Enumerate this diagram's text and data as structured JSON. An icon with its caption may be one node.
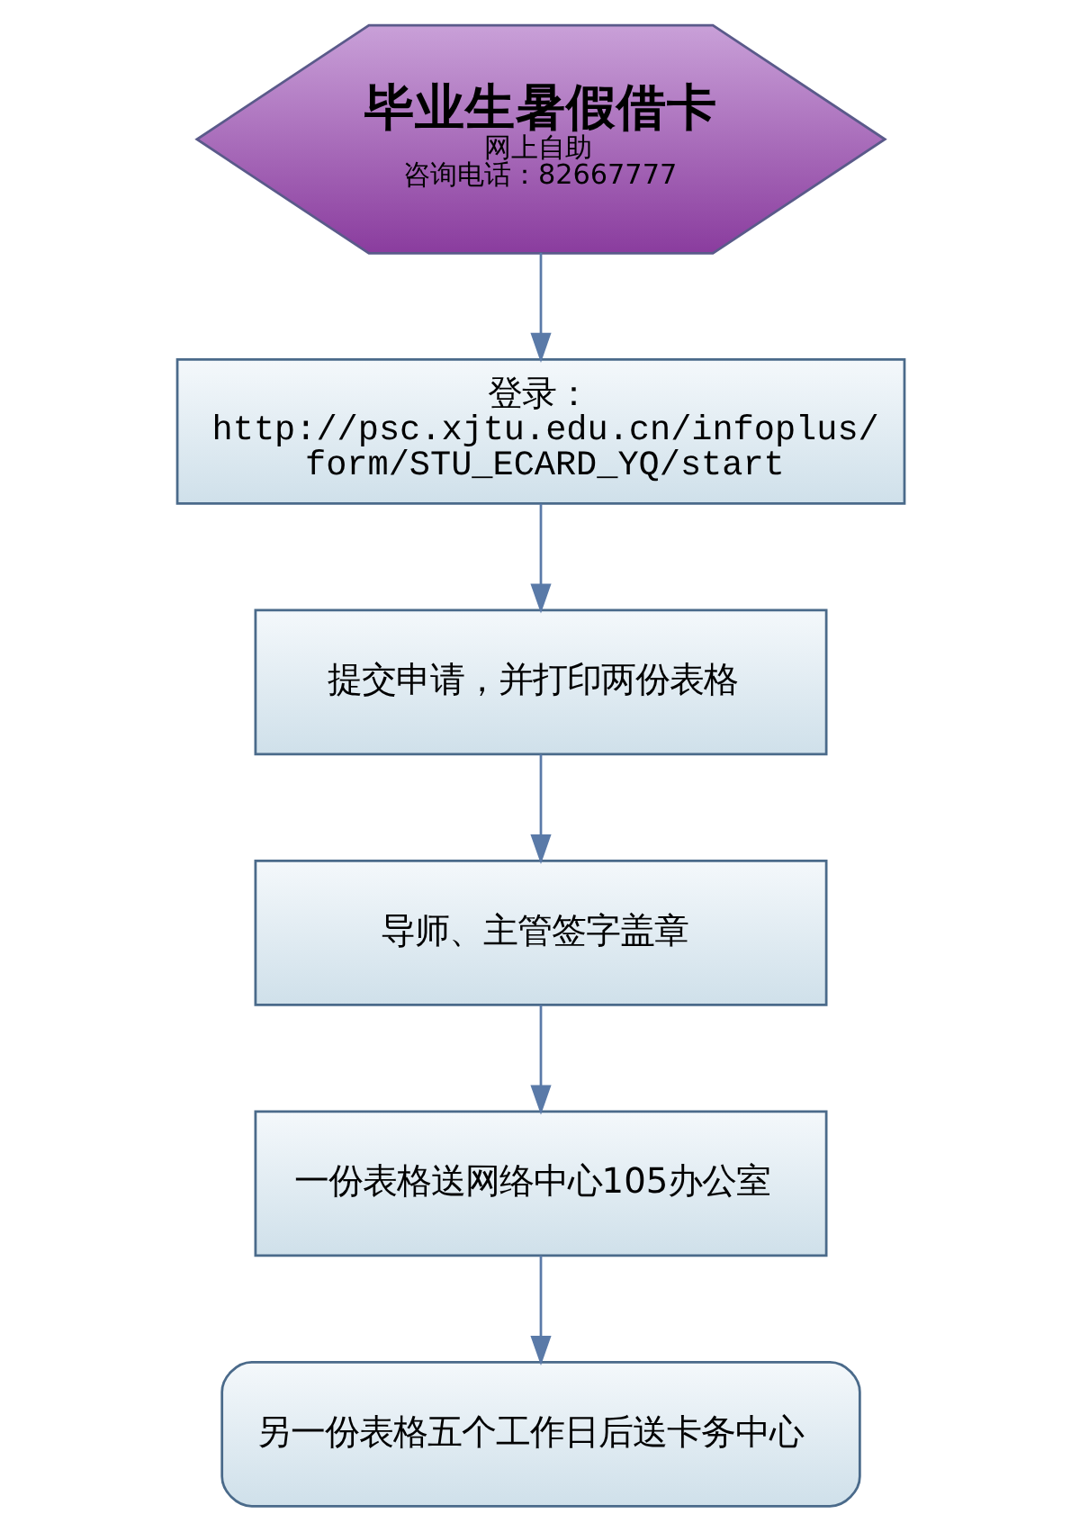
{
  "diagram": {
    "nodes": [
      {
        "text": [
          "毕业生暑假借卡",
          "网上自助",
          "咨询电话：82667777"
        ]
      },
      {
        "text": [
          "登录：",
          "http://psc.xjtu.edu.cn/infoplus/form/STU_ECARD_YQ/start"
        ]
      },
      {
        "text": [
          "提交申请，并打印两份表格"
        ]
      },
      {
        "text": [
          "导师、主管签字盖章"
        ]
      },
      {
        "text": [
          "一份表格送网络中心105办公室"
        ]
      },
      {
        "text": [
          "另一份表格五个工作日后送卡务中心"
        ]
      }
    ],
    "edges": [
      {
        "from": 0,
        "to": 1,
        "arrow": "to"
      },
      {
        "from": 1,
        "to": 2,
        "arrow": "to"
      },
      {
        "from": 2,
        "to": 3,
        "arrow": "to"
      },
      {
        "from": 3,
        "to": 4,
        "arrow": "to"
      },
      {
        "from": 4,
        "to": 5,
        "arrow": "to"
      }
    ]
  }
}
